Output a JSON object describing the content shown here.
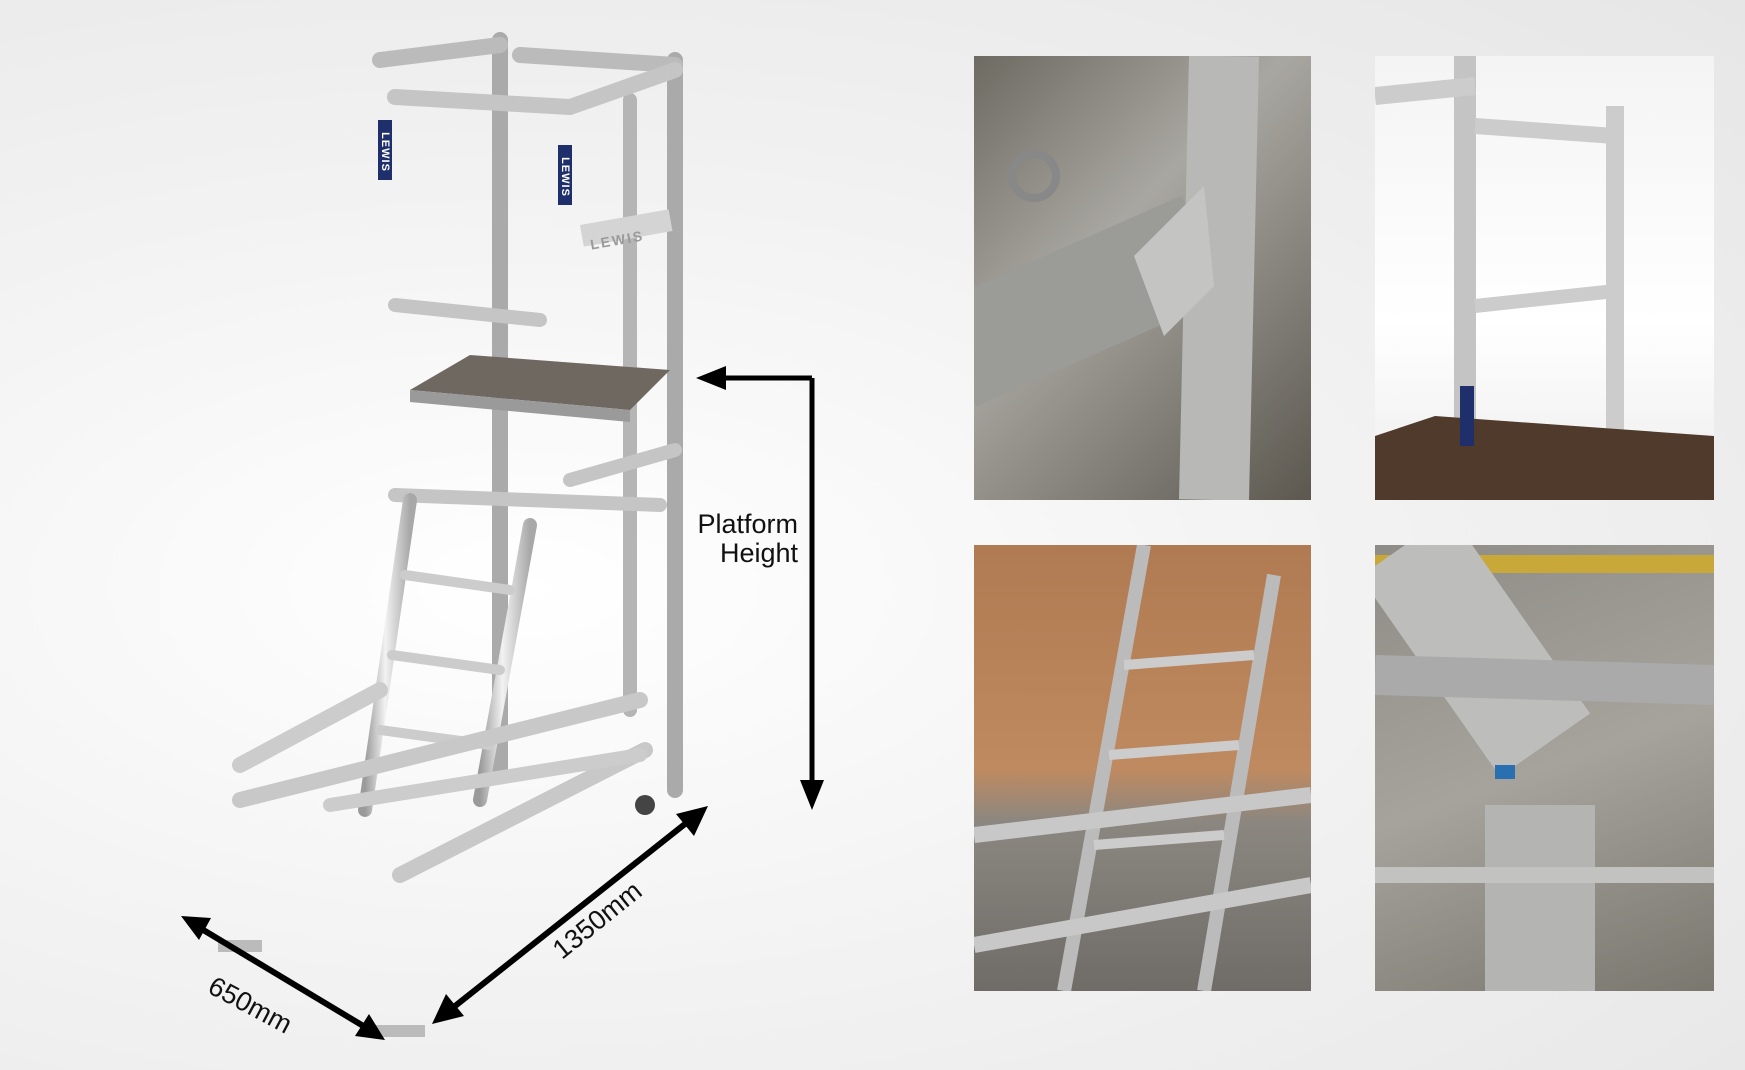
{
  "dimensions": {
    "platform_height_line1": "Platform",
    "platform_height_line2": "Height",
    "length": "1350mm",
    "width": "650mm"
  },
  "brand": "LEWIS",
  "photos": [
    {
      "name": "detail-clamp-closeup"
    },
    {
      "name": "guardrail-platform"
    },
    {
      "name": "ladder-frame-outdoor"
    },
    {
      "name": "joint-clip-detail"
    }
  ]
}
